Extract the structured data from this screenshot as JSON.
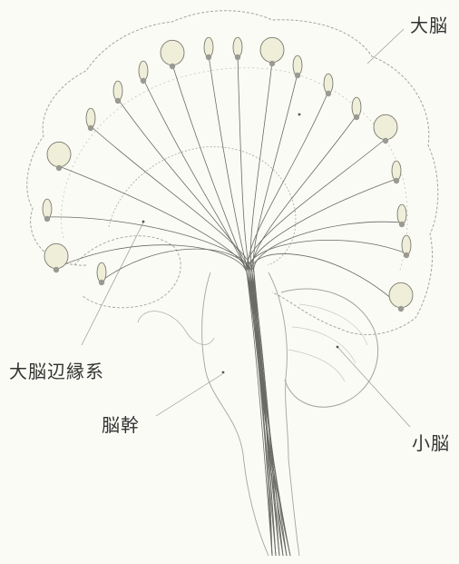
{
  "labels": {
    "cerebrum": "大脳",
    "limbic_system": "大脳辺縁系",
    "brainstem": "脳幹",
    "cerebellum": "小脳"
  },
  "colors": {
    "background": "#fbfbf6",
    "outline": "#8a8a80",
    "fibers": "#6a6a66",
    "bulb_fill": "#efeed8",
    "label_text": "#333333"
  }
}
